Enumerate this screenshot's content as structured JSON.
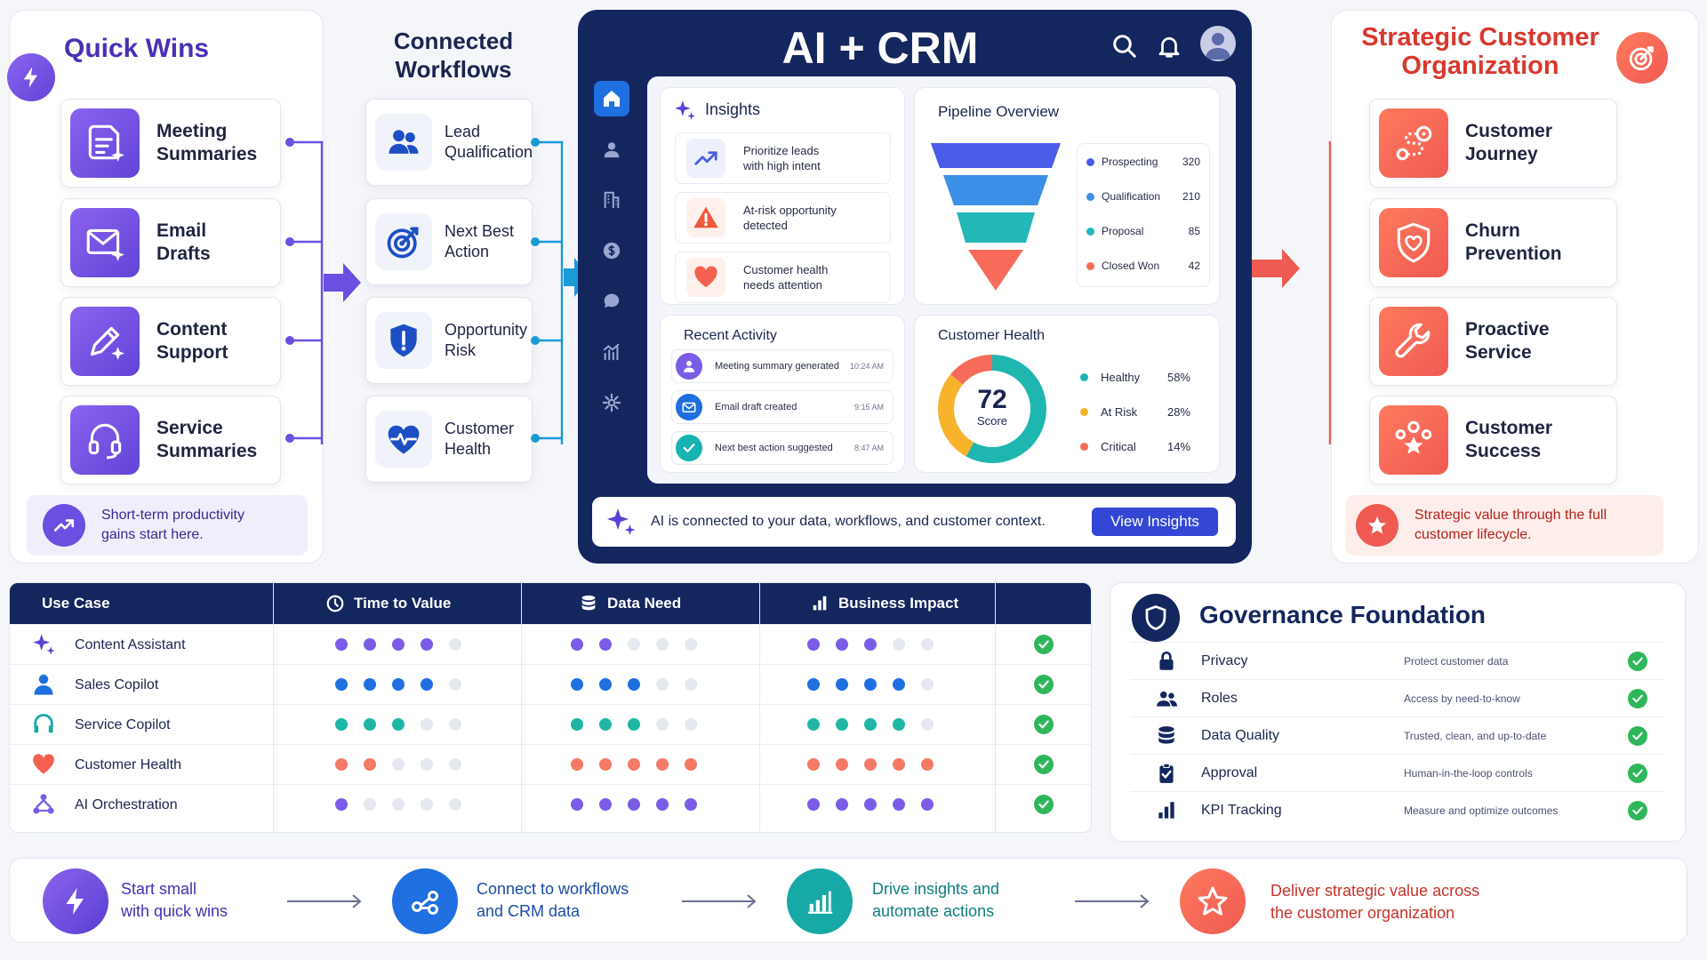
{
  "quick_wins": {
    "title": "Quick Wins",
    "items": [
      {
        "label_1": "Meeting",
        "label_2": "Summaries",
        "icon": "document-sparkle-icon"
      },
      {
        "label_1": "Email",
        "label_2": "Drafts",
        "icon": "envelope-sparkle-icon"
      },
      {
        "label_1": "Content",
        "label_2": "Support",
        "icon": "pencil-sparkle-icon"
      },
      {
        "label_1": "Service",
        "label_2": "Summaries",
        "icon": "headset-icon"
      }
    ],
    "footer": "Short-term productivity gains start here."
  },
  "workflows": {
    "title_1": "Connected",
    "title_2": "Workflows",
    "items": [
      {
        "label_1": "Lead",
        "label_2": "Qualification",
        "icon": "users-icon"
      },
      {
        "label_1": "Next Best",
        "label_2": "Action",
        "icon": "target-icon"
      },
      {
        "label_1": "Opportunity",
        "label_2": "Risk",
        "icon": "shield-alert-icon"
      },
      {
        "label_1": "Customer",
        "label_2": "Health",
        "icon": "heart-pulse-icon"
      }
    ]
  },
  "crm": {
    "title": "AI + CRM",
    "insights": {
      "title": "Insights",
      "items": [
        {
          "line_1": "Prioritize leads",
          "line_2": "with high intent"
        },
        {
          "line_1": "At-risk opportunity",
          "line_2": "detected"
        },
        {
          "line_1": "Customer health",
          "line_2": "needs attention"
        }
      ]
    },
    "pipeline": {
      "title": "Pipeline Overview",
      "stages": [
        {
          "name": "Prospecting",
          "value": "320",
          "color": "#4a5ce8"
        },
        {
          "name": "Qualification",
          "value": "210",
          "color": "#3b8fe6"
        },
        {
          "name": "Proposal",
          "value": "85",
          "color": "#22b8b8"
        },
        {
          "name": "Closed Won",
          "value": "42",
          "color": "#f76b5a"
        }
      ]
    },
    "activity": {
      "title": "Recent Activity",
      "items": [
        {
          "text": "Meeting summary generated",
          "time": "10:24 AM"
        },
        {
          "text": "Email draft created",
          "time": "9:15 AM"
        },
        {
          "text": "Next best action suggested",
          "time": "8:47 AM"
        }
      ]
    },
    "health": {
      "title": "Customer Health",
      "score": "72",
      "score_label": "Score",
      "segments": [
        {
          "name": "Healthy",
          "pct": "58%",
          "value": 58,
          "color": "#1fb6b0"
        },
        {
          "name": "At Risk",
          "pct": "28%",
          "value": 28,
          "color": "#f7b32b"
        },
        {
          "name": "Critical",
          "pct": "14%",
          "value": 14,
          "color": "#f76b5a"
        }
      ]
    },
    "banner": "AI is connected to your data, workflows, and customer context.",
    "button": "View Insights"
  },
  "strategic": {
    "title_1": "Strategic Customer",
    "title_2": "Organization",
    "items": [
      {
        "label_1": "Customer",
        "label_2": "Journey",
        "icon": "journey-icon"
      },
      {
        "label_1": "Churn",
        "label_2": "Prevention",
        "icon": "shield-heart-icon"
      },
      {
        "label_1": "Proactive",
        "label_2": "Service",
        "icon": "wrench-icon"
      },
      {
        "label_1": "Customer",
        "label_2": "Success",
        "icon": "team-star-icon"
      }
    ],
    "footer": "Strategic value through the full customer lifecycle."
  },
  "table": {
    "headers": [
      "Use Case",
      "Time to Value",
      "Data Need",
      "Business Impact"
    ],
    "rows": [
      {
        "name": "Content Assistant",
        "time": 4,
        "data": 2,
        "impact": 3,
        "color": "#7b5ce6"
      },
      {
        "name": "Sales Copilot",
        "time": 4,
        "data": 3,
        "impact": 4,
        "color": "#1f6fe0"
      },
      {
        "name": "Service Copilot",
        "time": 3,
        "data": 3,
        "impact": 4,
        "color": "#1fb6a6"
      },
      {
        "name": "Customer Health",
        "time": 2,
        "data": 5,
        "impact": 5,
        "color": "#f47a66"
      },
      {
        "name": "AI Orchestration",
        "time": 1,
        "data": 5,
        "impact": 5,
        "color": "#7b5ce6"
      }
    ]
  },
  "governance": {
    "title": "Governance Foundation",
    "items": [
      {
        "name": "Privacy",
        "desc": "Protect customer data",
        "icon": "lock-icon"
      },
      {
        "name": "Roles",
        "desc": "Access by need-to-know",
        "icon": "users-icon"
      },
      {
        "name": "Data Quality",
        "desc": "Trusted, clean, and up-to-date",
        "icon": "database-icon"
      },
      {
        "name": "Approval",
        "desc": "Human-in-the-loop controls",
        "icon": "clipboard-check-icon"
      },
      {
        "name": "KPI Tracking",
        "desc": "Measure and optimize outcomes",
        "icon": "bar-chart-icon"
      }
    ]
  },
  "steps": [
    {
      "line_1": "Start small",
      "line_2": "with quick wins",
      "color": "#6b4fe0"
    },
    {
      "line_1": "Connect to workflows",
      "line_2": "and CRM data",
      "color": "#1f6fe0"
    },
    {
      "line_1": "Drive insights and",
      "line_2": "automate actions",
      "color": "#17a9a6"
    },
    {
      "line_1": "Deliver strategic value across",
      "line_2": "the customer organization",
      "color": "#ef5a52"
    }
  ]
}
